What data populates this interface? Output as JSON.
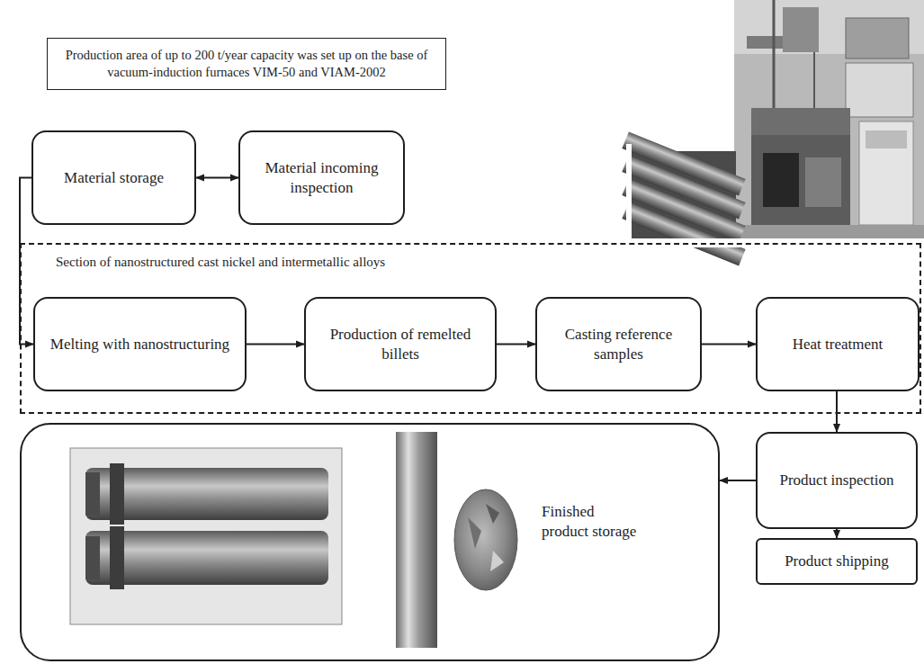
{
  "diagram": {
    "nodes": [
      {
        "text": [
          "Production area of up to 200 t/year capacity was set up on the base of vacuum-induction furnaces VIM-50 and VIAM-2002"
        ]
      },
      {
        "text": [
          "Material storage"
        ]
      },
      {
        "text": [
          "Material incoming inspection"
        ]
      },
      {
        "text": [
          "Section of nanostructured cast nickel and intermetallic alloys"
        ]
      },
      {
        "text": [
          "Melting with nanostructuring"
        ],
        "in": 3
      },
      {
        "text": [
          "Production of remelted billets"
        ],
        "in": 3
      },
      {
        "text": [
          "Casting reference samples"
        ],
        "in": 3
      },
      {
        "text": [
          "Heat treatment"
        ],
        "in": 3
      },
      {
        "text": [
          "Finished product storage"
        ]
      },
      {
        "text": [
          "Product inspection"
        ]
      },
      {
        "text": [
          "Product shipping"
        ]
      }
    ],
    "edges": [
      {
        "from": 1,
        "to": 2,
        "arrow": "both"
      },
      {
        "from": 1,
        "to": 4,
        "arrow": "to"
      },
      {
        "from": 4,
        "to": 5,
        "arrow": "to"
      },
      {
        "from": 5,
        "to": 6,
        "arrow": "to"
      },
      {
        "from": 6,
        "to": 7,
        "arrow": "to"
      },
      {
        "from": 7,
        "to": 9,
        "arrow": "to"
      },
      {
        "from": 9,
        "to": 8,
        "arrow": "to"
      },
      {
        "from": 9,
        "to": 10,
        "arrow": "to"
      }
    ]
  }
}
